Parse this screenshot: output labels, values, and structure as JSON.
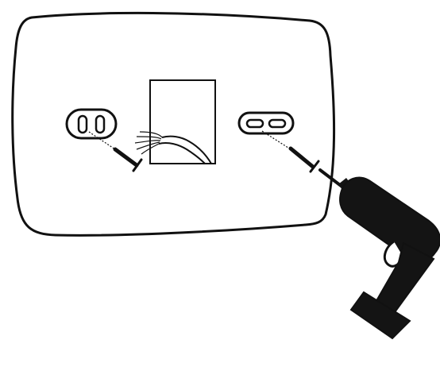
{
  "diagram": {
    "subject": "wall-plate-mounting",
    "colors": {
      "stroke": "#111111",
      "fill": "#ffffff",
      "drill": "#141414",
      "screw": "#111111"
    },
    "parts": [
      {
        "name": "wall-plate",
        "icon": "rounded-plate-outline"
      },
      {
        "name": "left-slot-pair",
        "icon": "vertical-slots"
      },
      {
        "name": "right-slot-pair",
        "icon": "horizontal-slots"
      },
      {
        "name": "wall-opening",
        "icon": "rectangle-cutout"
      },
      {
        "name": "cable-bundle",
        "icon": "wires"
      },
      {
        "name": "left-screw",
        "icon": "screw"
      },
      {
        "name": "right-screw",
        "icon": "screw"
      },
      {
        "name": "power-drill",
        "icon": "drill"
      }
    ]
  }
}
